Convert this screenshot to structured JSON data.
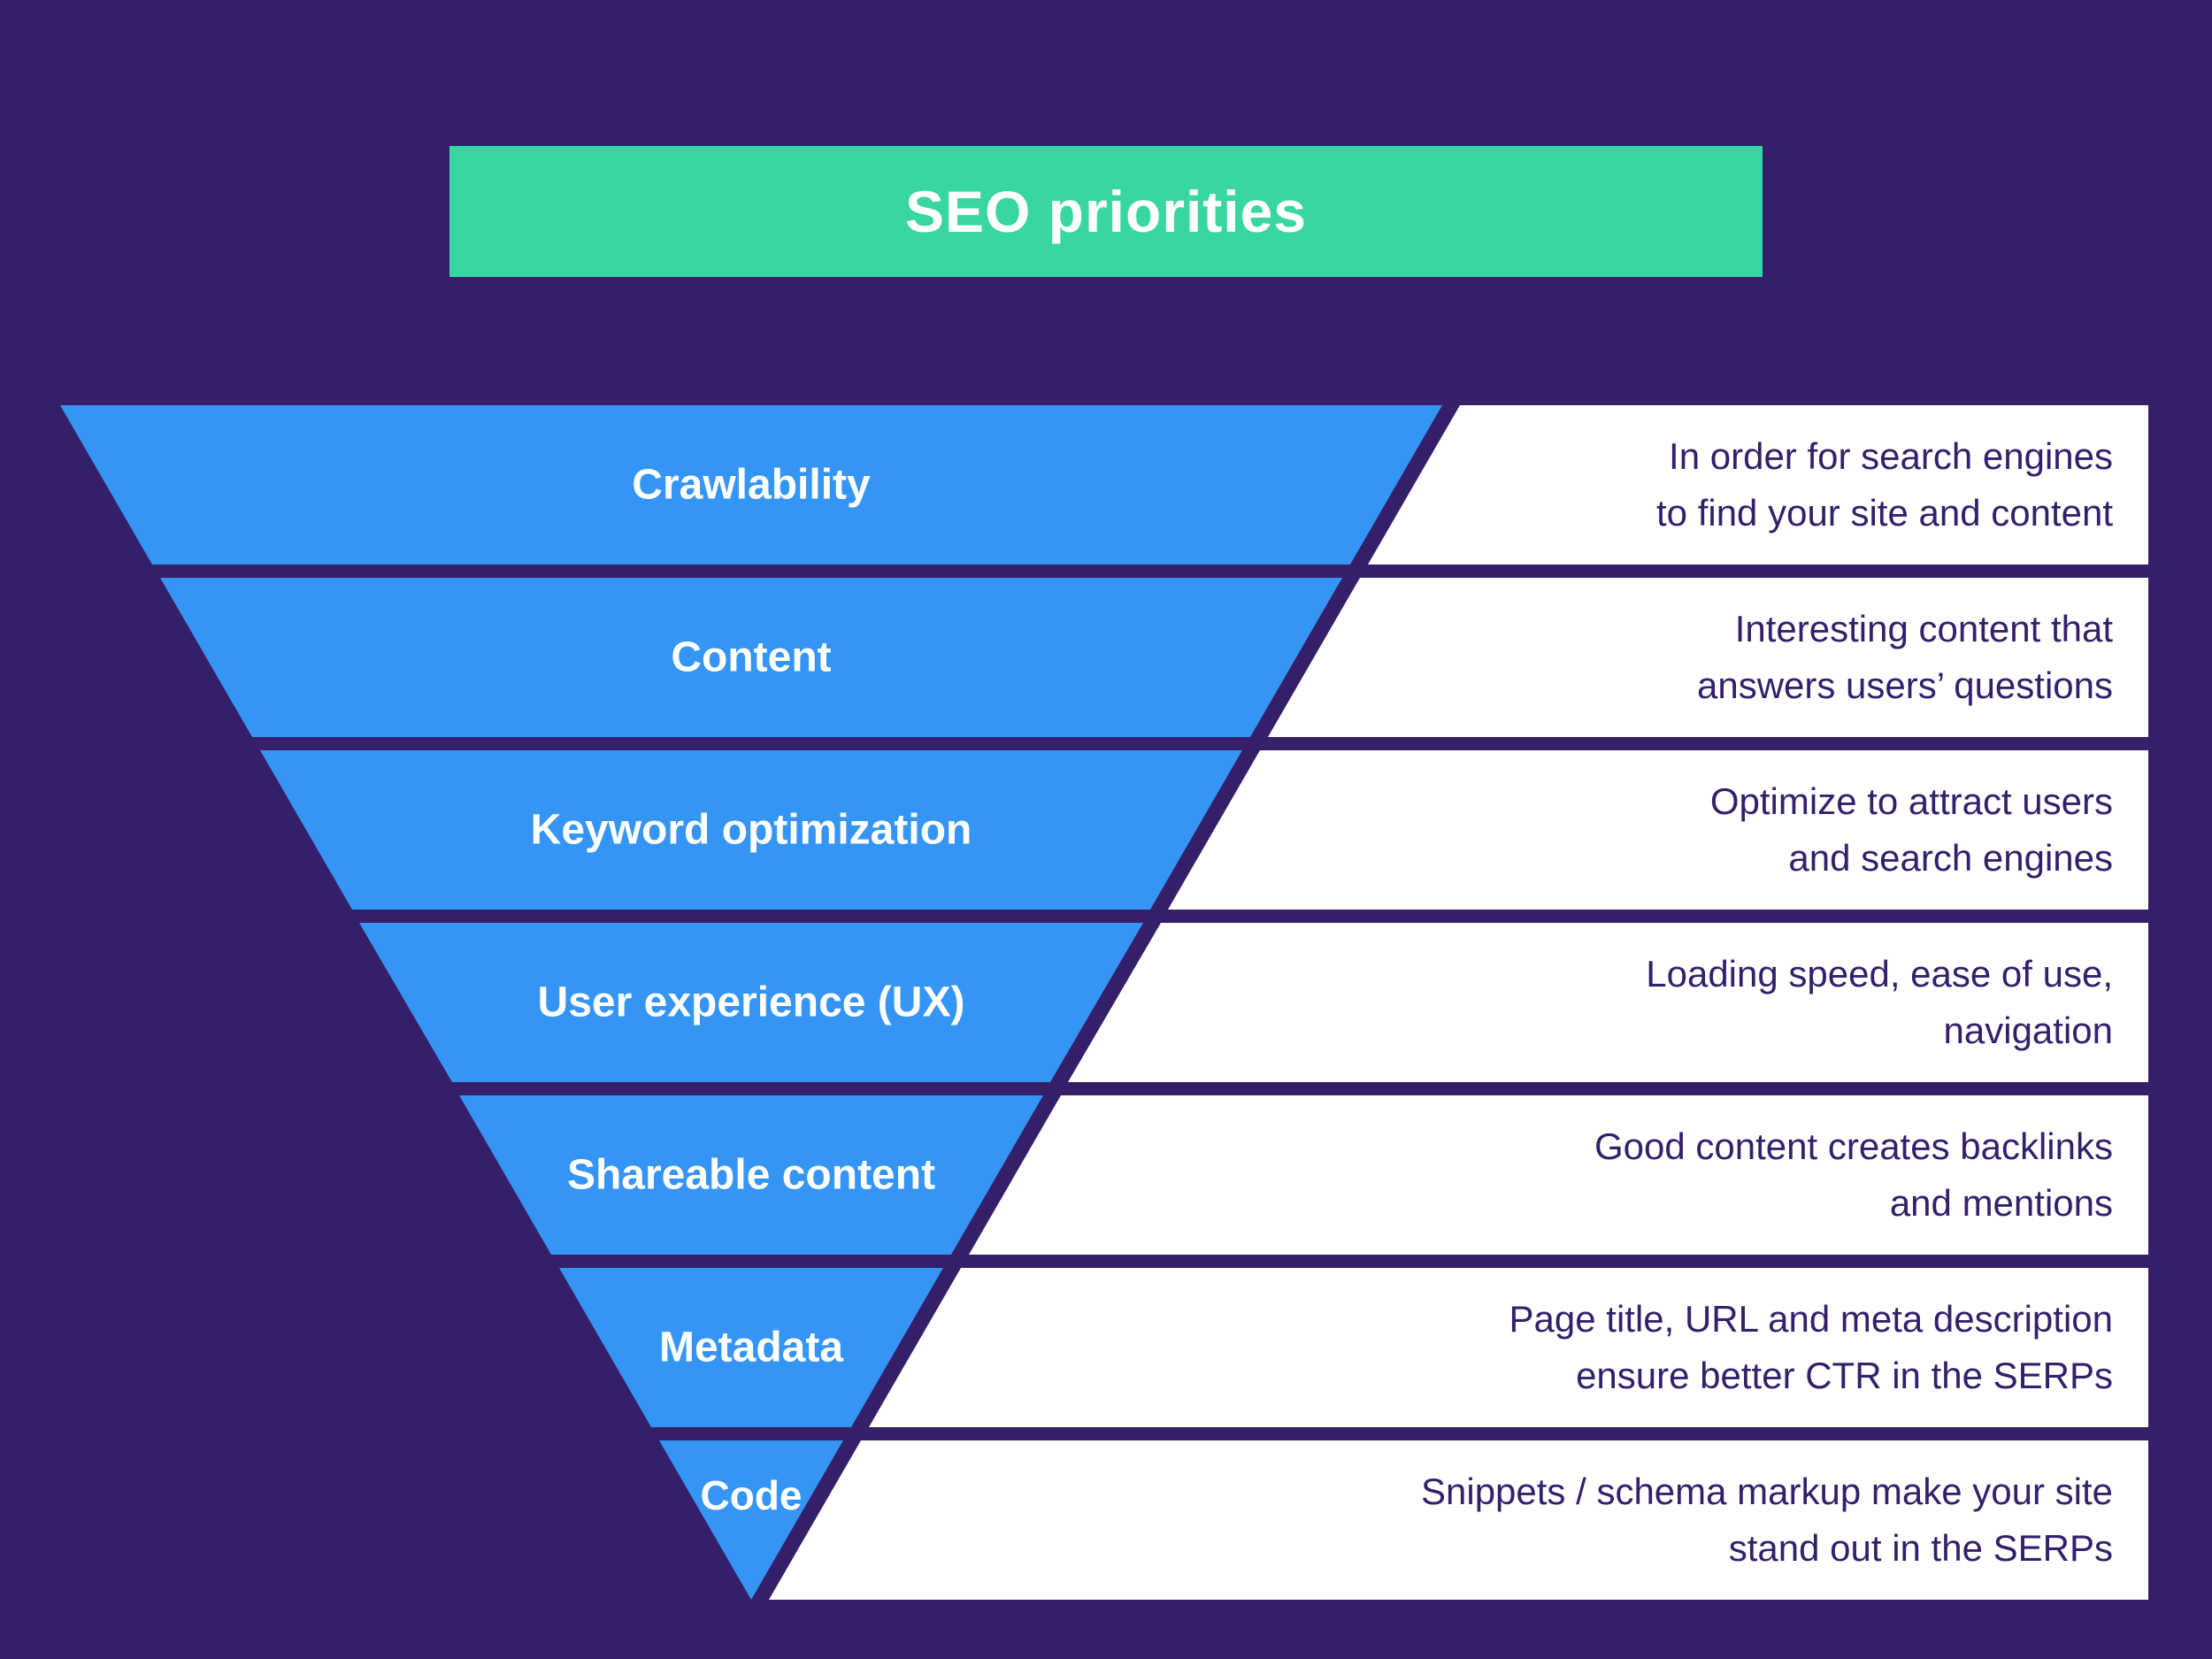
{
  "title": "SEO priorities",
  "colors": {
    "background": "#351f69",
    "banner": "#38d7a2",
    "funnel_blue": "#3595f5",
    "bar_white": "#ffffff",
    "label_text": "#ffffff",
    "description_text": "#33206b",
    "title_text": "#ffffff"
  },
  "funnel": {
    "rows": [
      {
        "label": "Crawlability",
        "description": "In order for search engines\nto find your site and content"
      },
      {
        "label": "Content",
        "description": "Interesting content that\nanswers users’ questions"
      },
      {
        "label": "Keyword optimization",
        "description": "Optimize to attract users\nand search engines"
      },
      {
        "label": "User experience (UX)",
        "description": "Loading speed, ease of use,\nnavigation"
      },
      {
        "label": "Shareable content",
        "description": "Good content creates backlinks\nand mentions"
      },
      {
        "label": "Metadata",
        "description": "Page title, URL and meta description\nensure better CTR in the SERPs"
      },
      {
        "label": "Code",
        "description": "Snippets / schema markup make your site\nstand out in the SERPs"
      }
    ]
  }
}
